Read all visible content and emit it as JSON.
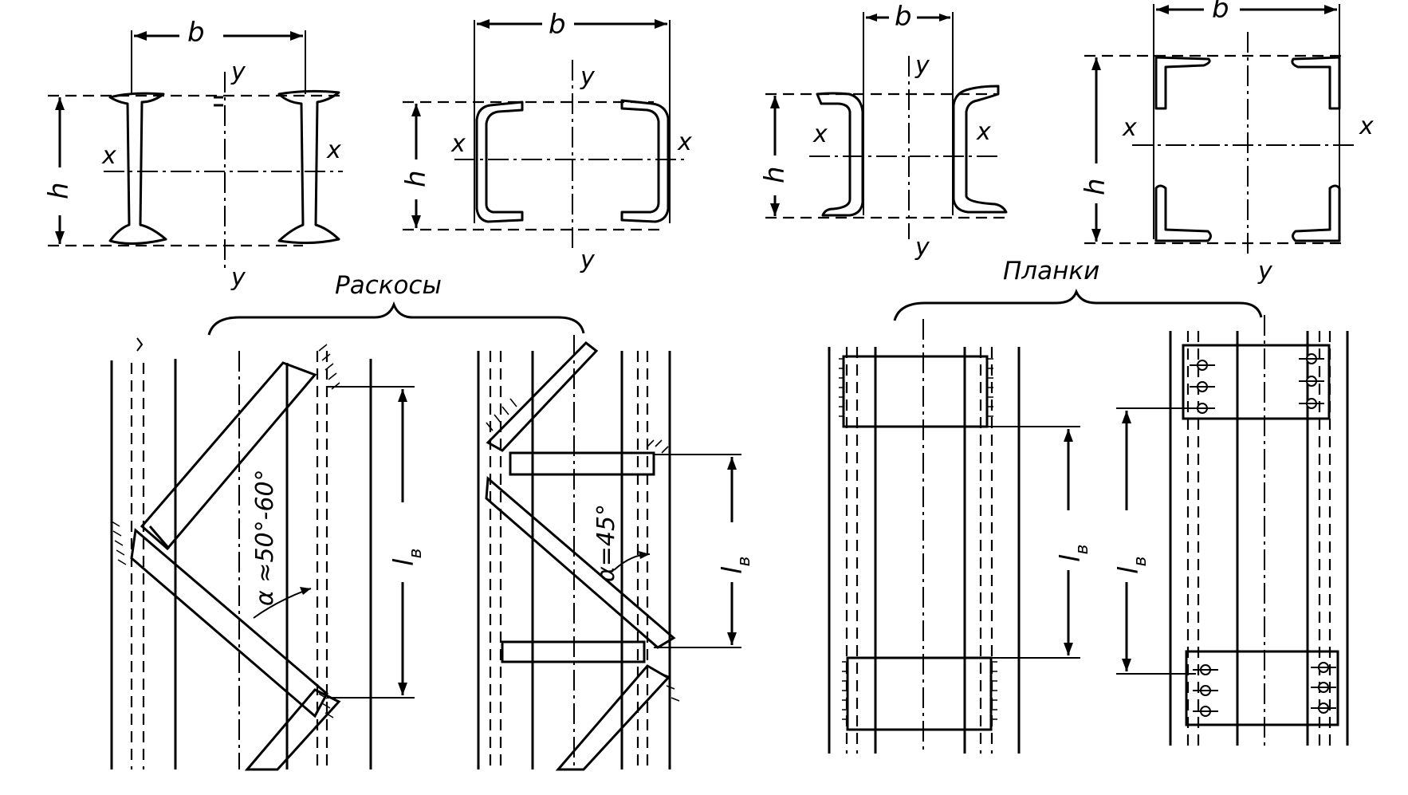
{
  "labels": {
    "b": "b",
    "h": "h",
    "x": "x",
    "y": "y",
    "lb": "l",
    "lb_sub": "в",
    "braces_title": "Раскосы",
    "battens_title": "Планки",
    "angle_1": "α ≈50°-60°",
    "angle_2": "α=45°"
  }
}
